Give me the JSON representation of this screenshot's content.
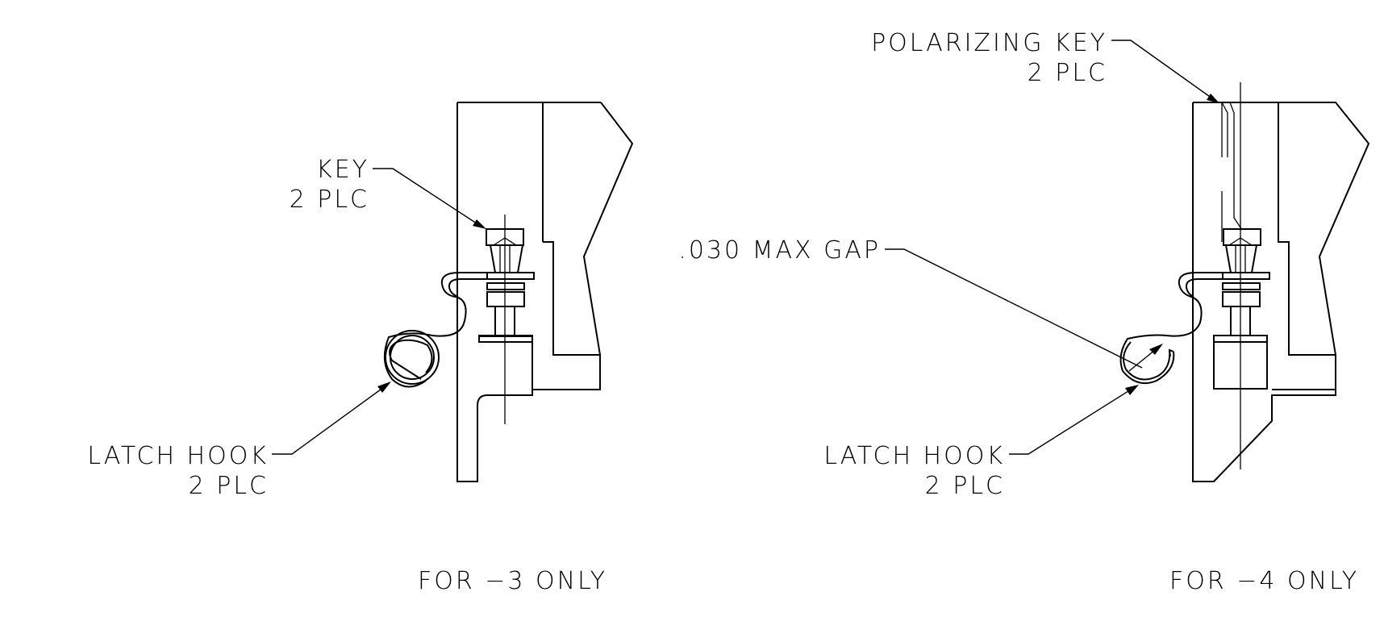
{
  "views": [
    {
      "caption": "FOR −3 ONLY",
      "callouts": {
        "key": {
          "line1": "KEY",
          "line2": "2 PLC"
        },
        "latch_hook": {
          "line1": "LATCH HOOK",
          "line2": "2 PLC"
        }
      }
    },
    {
      "caption": "FOR −4 ONLY",
      "callouts": {
        "polarizing_key": {
          "line1": "POLARIZING KEY",
          "line2": "2 PLC"
        },
        "gap": {
          "line1": ".030 MAX GAP"
        },
        "latch_hook": {
          "line1": "LATCH HOOK",
          "line2": "2 PLC"
        }
      }
    }
  ]
}
